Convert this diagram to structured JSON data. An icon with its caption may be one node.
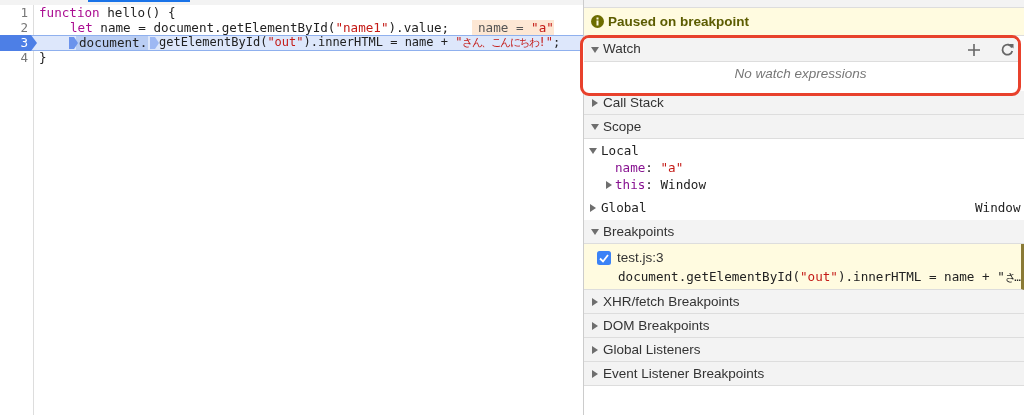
{
  "diagram": {
    "nodes": [
      {
        "text": [
          "Watch",
          "No watch expressions"
        ]
      }
    ],
    "labels": [
      "1",
      "2",
      "3",
      "4",
      "function hello() {",
      "let name = document.getElementById(\"name1\").value;",
      "name = \"a\"",
      "document.",
      "getElementById(\"out\").innerHTML = name + \"さん、こんにちわ!\";",
      "}",
      "Paused on breakpoint",
      "Call Stack",
      "Scope",
      "Local",
      "name: \"a\"",
      "this: Window",
      "Global",
      "Window",
      "Breakpoints",
      "test.js:3",
      "document.getElementById(\"out\").innerHTML = name + \"さ…",
      "XHR/fetch Breakpoints",
      "DOM Breakpoints",
      "Global Listeners",
      "Event Listener Breakpoints"
    ]
  }
}
